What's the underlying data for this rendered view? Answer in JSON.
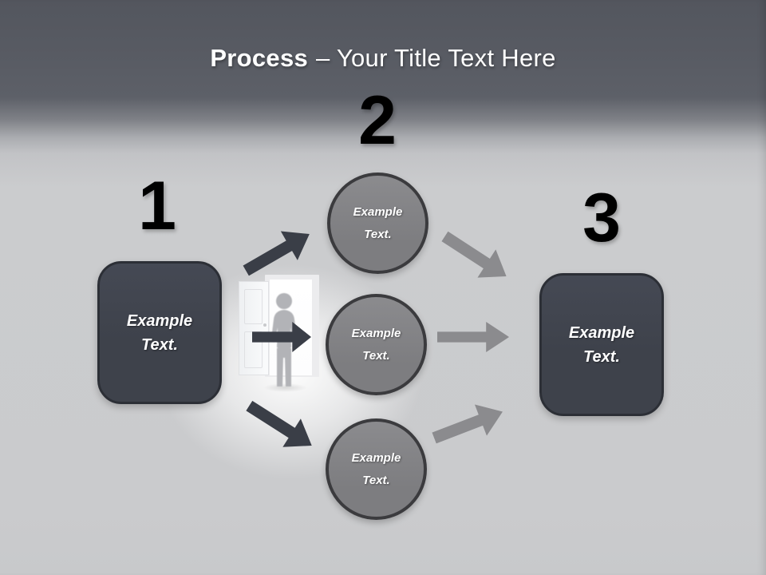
{
  "slide": {
    "title": {
      "emphasis": "Process",
      "rest": "– Your Title Text Here"
    },
    "steps": [
      {
        "number": "1",
        "label": "Example Text."
      },
      {
        "number": "2",
        "label": "Example Text."
      },
      {
        "number": "3",
        "label": "Example Text."
      }
    ],
    "middle_circles": [
      {
        "label": "Example Text."
      },
      {
        "label": "Example Text."
      },
      {
        "label": "Example Text."
      }
    ],
    "illustration": "person-silhouette-standing-in-open-bright-doorway",
    "colors": {
      "title_text": "#ffffff",
      "number_text": "#000000",
      "label_text": "#ffffff",
      "shape_dark_fill": "#3e424b",
      "shape_dark_border": "#2c2f36",
      "circle_fill": "#7d7d80",
      "circle_border": "#3b3b3e",
      "arrow_dark": "#3a3e47",
      "arrow_light": "#8b8b8e",
      "header_background": "#585b63",
      "body_background": "#cbccce"
    }
  }
}
